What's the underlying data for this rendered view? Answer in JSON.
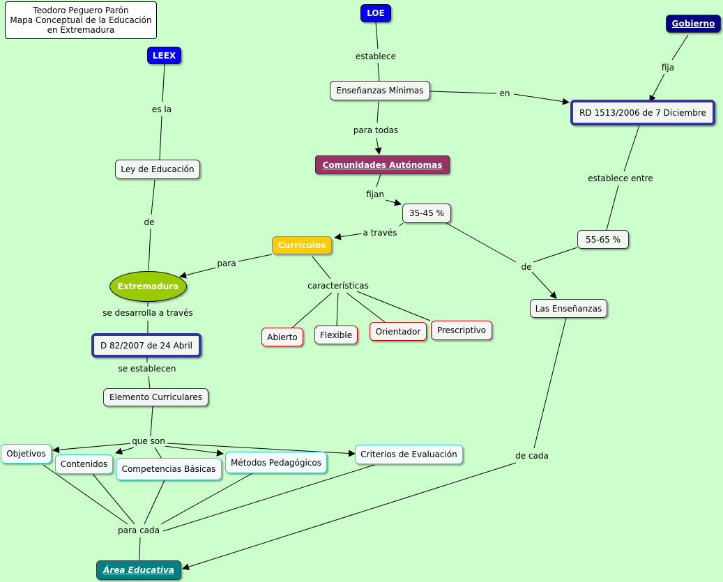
{
  "author_box": {
    "line1": "Teodoro Peguero Parón",
    "line2": "Mapa Conceptual de la Educación",
    "line3": "en Extremadura"
  },
  "nodes": {
    "loe": "LOE",
    "gobierno": "Gobierno",
    "leex": "LEEX",
    "ensenanzas_minimas": "Enseñanzas Mínimas",
    "rd": "RD 1513/2006 de 7 Diciembre",
    "comunidades": "Comunidades Autónomas",
    "ley_educacion": "Ley de Educación",
    "pct_35_45": "35-45 %",
    "pct_55_65": "55-65 %",
    "curriculos": "Currículos",
    "extremadura": "Extremadura",
    "las_ensenanzas": "Las Enseñanzas",
    "abierto": "Abierto",
    "flexible": "Flexible",
    "orientador": "Orientador",
    "prescriptivo": "Prescriptivo",
    "decreto": "D 82/2007 de 24 Abril",
    "elemento": "Elemento Curriculares",
    "objetivos": "Objetivos",
    "contenidos": "Contenidos",
    "competencias": "Competencias Básicas",
    "metodos": "Métodos Pedagógicos",
    "criterios": "Criterios de Evaluación",
    "area": "Área Educativa"
  },
  "links": {
    "establece": "establece",
    "fija": "fija",
    "en": "en",
    "es_la": "es la",
    "para_todas": "para todas",
    "establece_entre": "establece entre",
    "fijan": "fijan",
    "de_ley": "de",
    "a_traves": "a través",
    "para": "para",
    "de_pct": "de",
    "caracteristicas": "características",
    "se_desarrolla": "se desarrolla a través",
    "se_establecen": "se establecen",
    "que_son": "que son",
    "de_cada": "de cada",
    "para_cada": "para cada"
  },
  "colors": {
    "background": "#ccffcc",
    "blue_node": "#0000ee",
    "navy_node": "#000080",
    "plum_node": "#993366",
    "gold_node": "#ffcc00",
    "oval_node": "#99cc00",
    "teal_node": "#008080",
    "red_border": "#cc0000",
    "cyan_border": "#33cccc",
    "thick_border": "#333399"
  }
}
